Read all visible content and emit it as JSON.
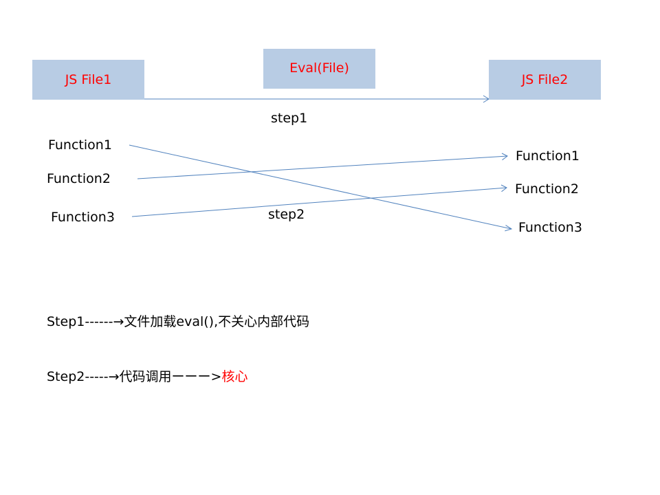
{
  "boxes": {
    "js_file1": "JS File1",
    "eval_file": "Eval(File)",
    "js_file2": "JS File2"
  },
  "steps": {
    "step1": "step1",
    "step2": "step2"
  },
  "source_functions": [
    "Function1",
    "Function2",
    "Function3"
  ],
  "target_functions": [
    "Function1",
    "Function2",
    "Function3"
  ],
  "notes": {
    "step1_text": "Step1------→文件加载eval(),不关心内部代码",
    "step2_prefix": "Step2-----→代码调用ーーー>",
    "step2_highlight": "核心"
  },
  "colors": {
    "box_fill": "#b8cce4",
    "box_text": "#ff0000",
    "arrow": "#4f81bd",
    "highlight": "#ff0000"
  }
}
